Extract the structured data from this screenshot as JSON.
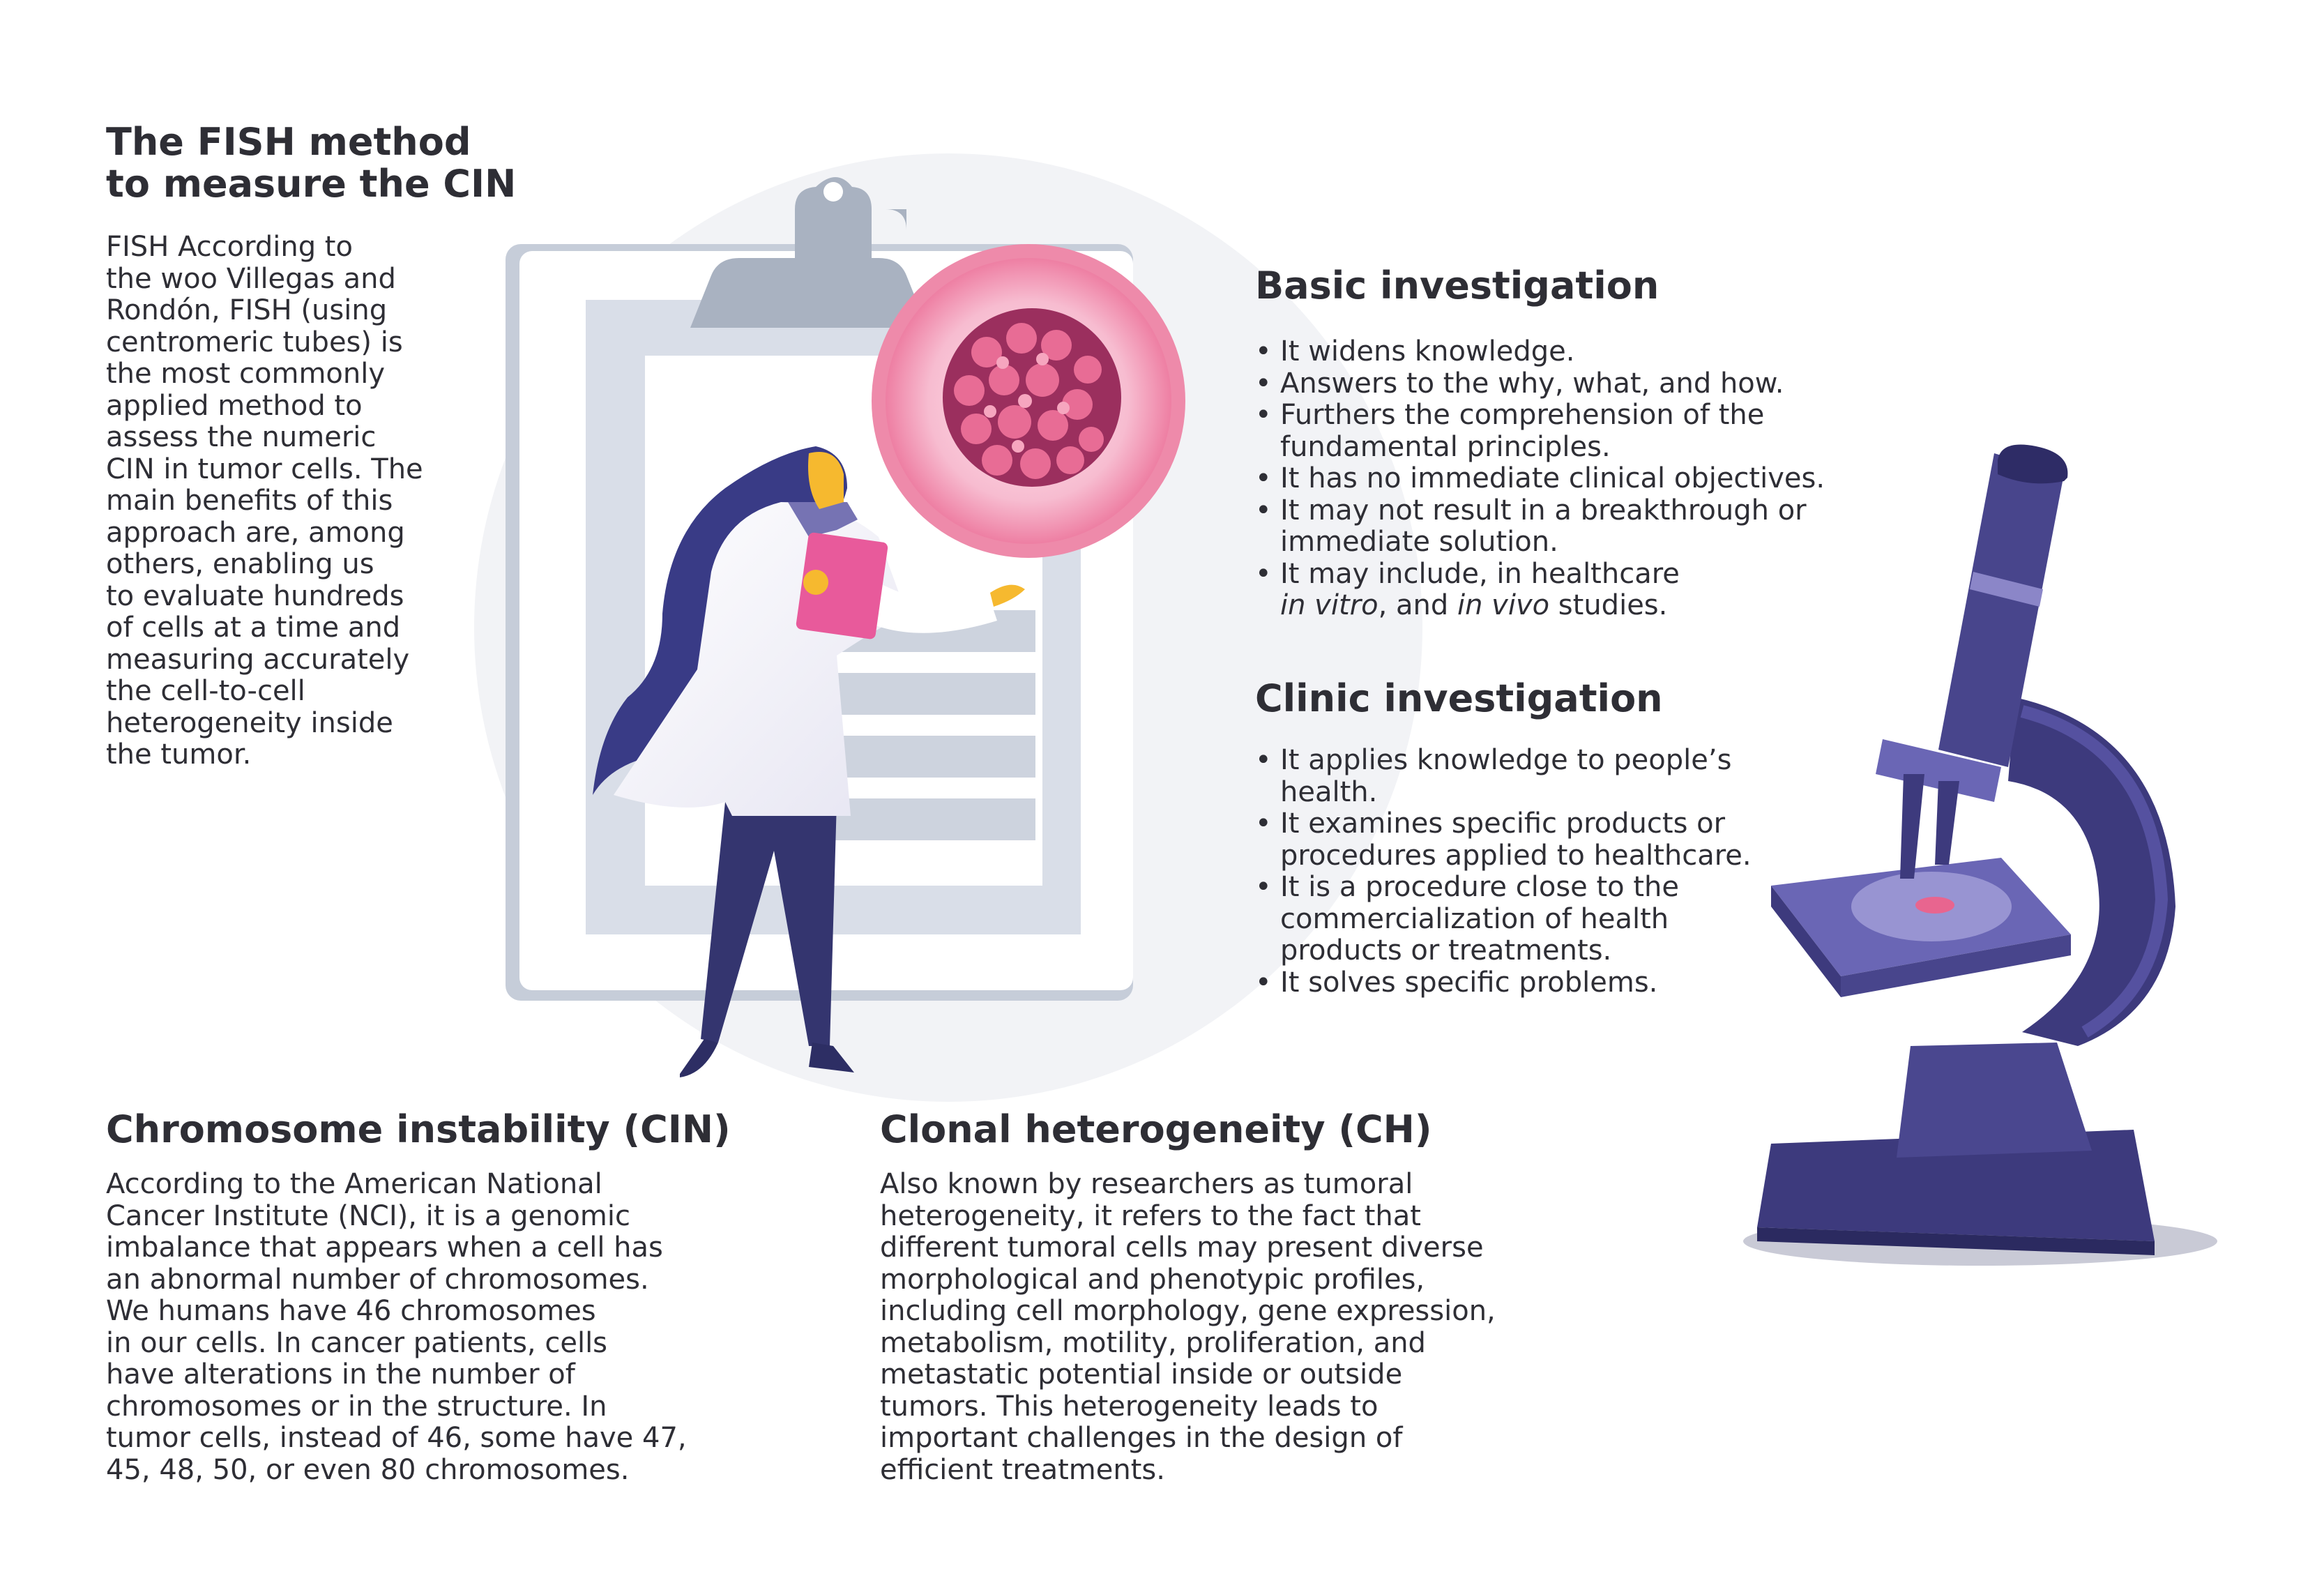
{
  "fish": {
    "title_lines": [
      "The FISH method",
      "to measure the CIN"
    ],
    "body_lines": [
      "FISH According to",
      "the woo Villegas and",
      "Rondón, FISH (using",
      "centromeric tubes) is",
      "the most commonly",
      "applied method to",
      "assess the numeric",
      "CIN in tumor cells. The",
      "main benefits of this",
      "approach are, among",
      "others, enabling us",
      "to evaluate hundreds",
      "of cells at a time and",
      "measuring accurately",
      "the cell-to-cell",
      "heterogeneity inside",
      "the tumor."
    ]
  },
  "basic": {
    "title": "Basic investigation",
    "items": [
      [
        "It widens knowledge."
      ],
      [
        "Answers to the why, what, and how."
      ],
      [
        "Furthers the comprehension of the",
        "fundamental principles."
      ],
      [
        "It has no immediate clinical objectives."
      ],
      [
        "It may not result in a breakthrough or",
        "immediate solution."
      ],
      [
        "It may include, in healthcare"
      ]
    ],
    "last_line": {
      "a": "in vitro",
      "b": ", and ",
      "c": "in vivo",
      "d": " studies."
    }
  },
  "clinic": {
    "title": "Clinic investigation",
    "items": [
      [
        "It applies knowledge to people’s",
        "health."
      ],
      [
        "It examines specific products or",
        "procedures applied to healthcare."
      ],
      [
        "It is a procedure close to the",
        "commercialization of health",
        "products or treatments."
      ],
      [
        "It solves specific problems."
      ]
    ]
  },
  "cin": {
    "title": "Chromosome instability (CIN)",
    "body_lines": [
      "According to the American National",
      "Cancer Institute (NCI), it is a genomic",
      "imbalance that appears when a cell has",
      "an abnormal number of chromosomes.",
      "We humans have 46 chromosomes",
      "in our cells. In cancer patients, cells",
      "have alterations in the number of",
      "chromosomes or in the structure. In",
      "tumor cells, instead of 46, some have 47,",
      "45, 48, 50, or even 80 chromosomes."
    ]
  },
  "ch": {
    "title": "Clonal heterogeneity (CH)",
    "body_lines": [
      "Also known by researchers as tumoral",
      "heterogeneity, it refers to the fact that",
      "different tumoral cells may present diverse",
      "morphological and phenotypic profiles,",
      "including cell morphology, gene expression,",
      "metabolism, motility, proliferation, and",
      "metastatic potential inside or outside",
      "tumors. This heterogeneity leads to",
      "important challenges in the design of",
      "efficient treatments."
    ]
  },
  "colors": {
    "text": "#2e2e35",
    "navy": "#3b3a78",
    "purple": "#5a58a6",
    "lavender": "#8b86c8",
    "pink": "#e8658f",
    "backdrop": "#f2f3f6",
    "clipboard": "#d3d9e3"
  },
  "icons": [
    "clipboard-illustration",
    "scientist-illustration",
    "virus-cell-illustration",
    "microscope-illustration"
  ]
}
